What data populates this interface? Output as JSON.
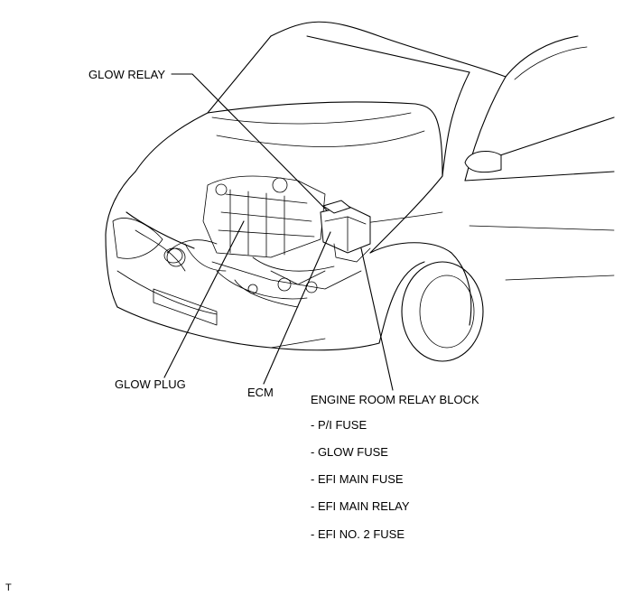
{
  "labels": {
    "glow_relay": "GLOW RELAY",
    "glow_plug": "GLOW PLUG",
    "ecm": "ECM",
    "engine_room_relay_block": "ENGINE ROOM RELAY BLOCK"
  },
  "relay_block_items": [
    "- P/I FUSE",
    "- GLOW FUSE",
    "- EFI MAIN FUSE",
    "- EFI MAIN RELAY",
    "- EFI NO. 2 FUSE"
  ],
  "corner_mark": "T"
}
